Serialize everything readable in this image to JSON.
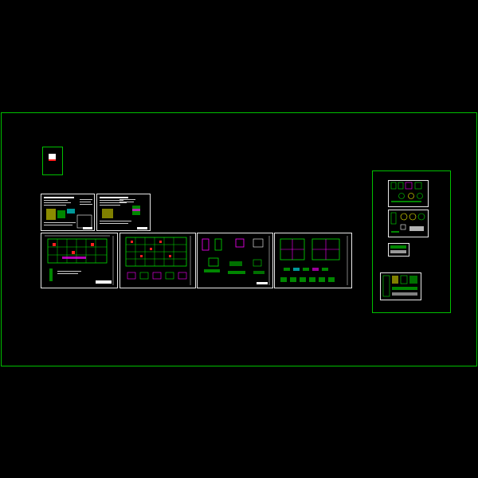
{
  "viewport": {
    "background": "#000000",
    "frame_color": "#00c000",
    "sheet_color": "#e8e8e8",
    "accent_colors": [
      "#00e000",
      "#ff2020",
      "#ffff00",
      "#00ffff",
      "#ff00ff"
    ]
  },
  "drawing_set": {
    "sheets": [
      {
        "kind": "notes",
        "icon": "notes-sheet-icon"
      },
      {
        "kind": "notes",
        "icon": "notes-sheet-icon"
      },
      {
        "kind": "floor-plan",
        "icon": "plan-sheet-icon"
      },
      {
        "kind": "floor-plan",
        "icon": "plan-sheet-icon"
      },
      {
        "kind": "details",
        "icon": "detail-sheet-icon"
      },
      {
        "kind": "plan-details",
        "icon": "plan-sheet-icon"
      }
    ],
    "side_sheets": [
      {
        "kind": "details",
        "icon": "detail-sheet-icon"
      },
      {
        "kind": "details",
        "icon": "detail-sheet-icon"
      },
      {
        "kind": "small-detail",
        "icon": "detail-sheet-icon"
      },
      {
        "kind": "details",
        "icon": "detail-sheet-icon"
      }
    ]
  }
}
